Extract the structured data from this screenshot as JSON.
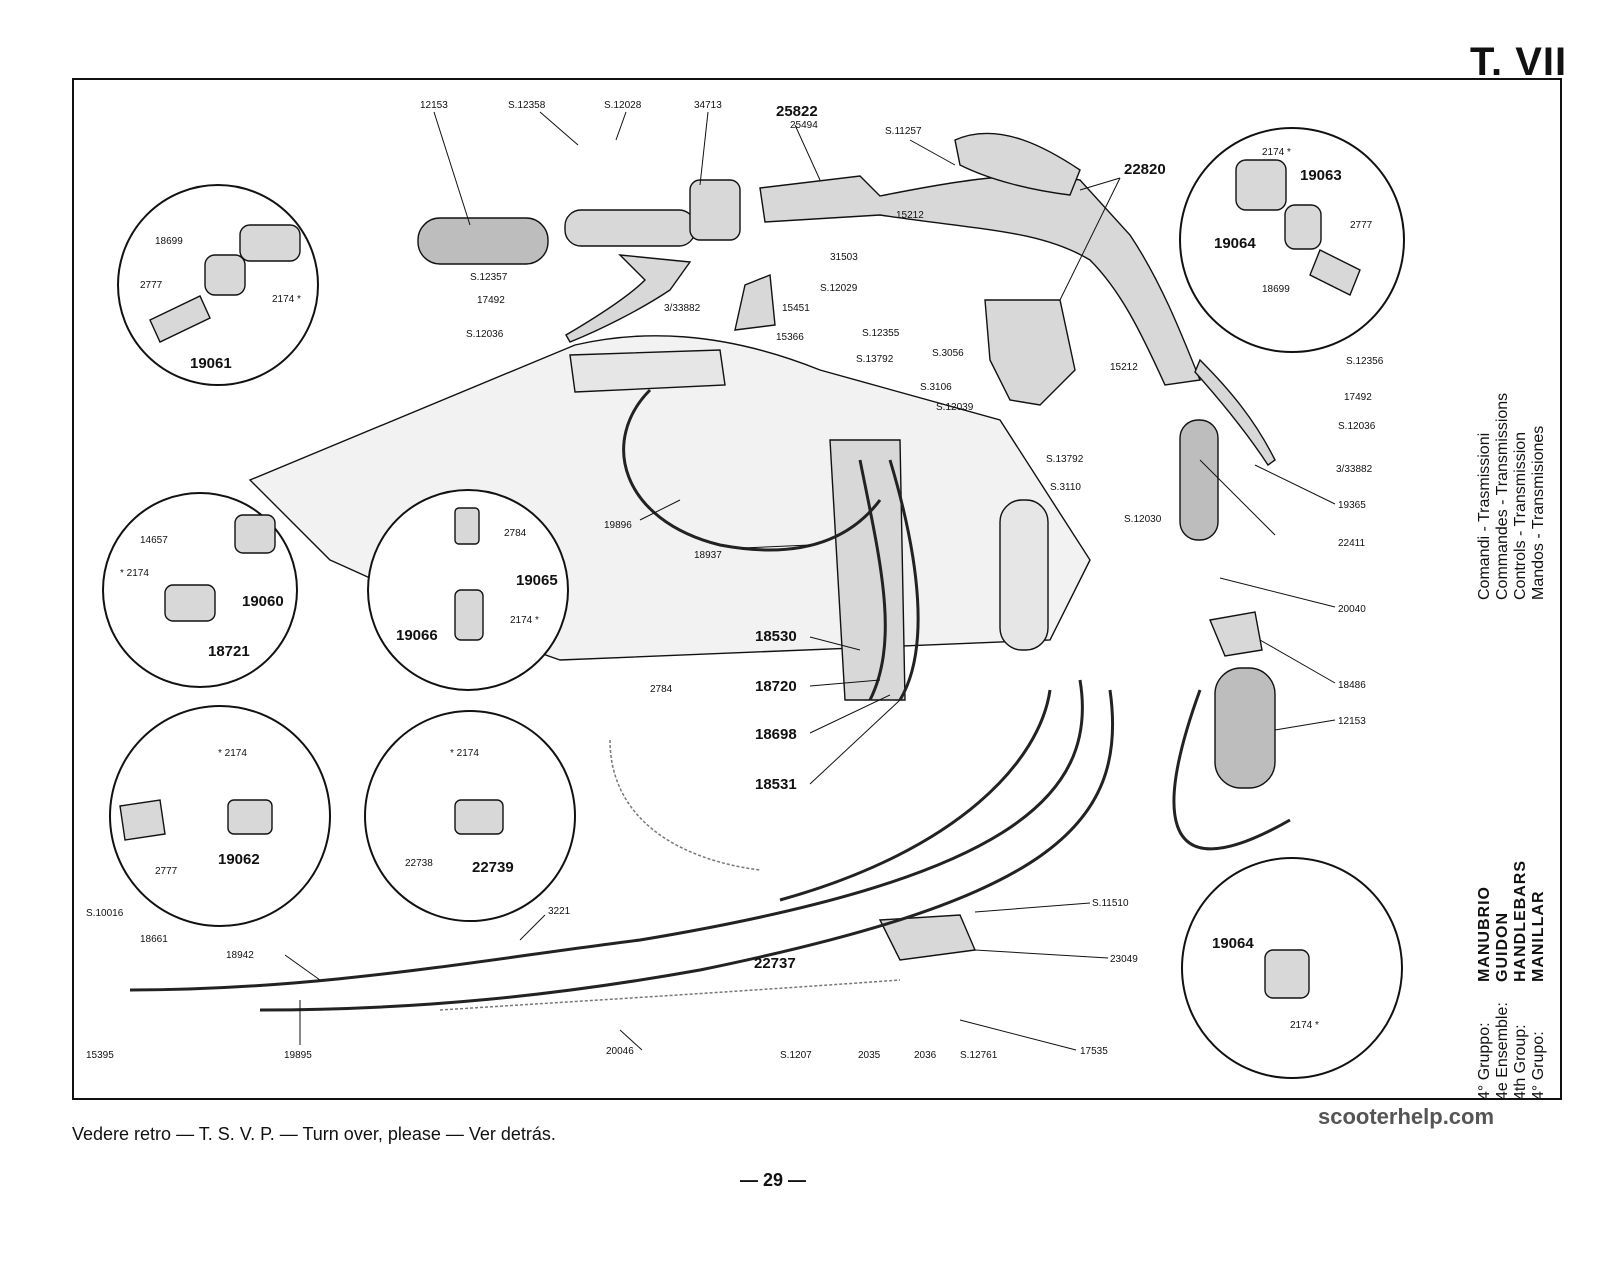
{
  "plate_title": "T. VII",
  "footer_note": "Vedere retro — T. S. V. P. — Turn over, please — Ver detrás.",
  "page_number": "— 29 —",
  "watermark": "scooterhelp.com",
  "section_titles": [
    "Comandi - Trasmissioni",
    "Commandes - Transmissions",
    "Controls - Transmission",
    "Mandos - Transmisiones"
  ],
  "group_titles": [
    {
      "key": "4° Gruppo:",
      "value": "MANUBRIO"
    },
    {
      "key": "4e Ensemble:",
      "value": "GUIDON"
    },
    {
      "key": "4th Group:",
      "value": "HANDLEBARS"
    },
    {
      "key": "4° Grupo:",
      "value": "MANILLAR"
    }
  ],
  "part_numbers": {
    "p12153_top": "12153",
    "pS12358": "S.12358",
    "pS12028": "S.12028",
    "p34713": "34713",
    "p25822": "25822",
    "p25494": "25494",
    "pS11257": "S.11257",
    "p22820": "22820",
    "p18699_left": "18699",
    "p2777_left": "2777",
    "p2174_left": "2174 *",
    "p19061": "19061",
    "pS12357": "S.12357",
    "p17492_left": "17492",
    "pS12036_left": "S.12036",
    "p3_33882_left": "3/33882",
    "p15451": "15451",
    "pS12029": "S.12029",
    "p31503": "31503",
    "p15366": "15366",
    "p15212_top": "15212",
    "pS12355": "S.12355",
    "pS13792_a": "S.13792",
    "pS3056": "S.3056",
    "pS3106": "S.3106",
    "pS12039": "S.12039",
    "p15212_right": "15212",
    "pS13792_b": "S.13792",
    "pS3110": "S.3110",
    "pS12030": "S.12030",
    "p2174_right": "2174 *",
    "p19063": "19063",
    "p19064_top": "19064",
    "p2777_right": "2777",
    "p18699_right": "18699",
    "pS12356": "S.12356",
    "p17492_right": "17492",
    "pS12036_right": "S.12036",
    "p3_33882_right": "3/33882",
    "p19365": "19365",
    "p22411": "22411",
    "p20040": "20040",
    "p18486": "18486",
    "p12153_right": "12153",
    "p14657": "14657",
    "p2174_c1": "* 2174",
    "p19060": "19060",
    "p18721": "18721",
    "p19896": "19896",
    "p2784_a": "2784",
    "p19065": "19065",
    "p2174_c2": "2174 *",
    "p19066": "19066",
    "p18937": "18937",
    "p18530": "18530",
    "p18720": "18720",
    "p18698": "18698",
    "p18531": "18531",
    "p2784_b": "2784",
    "p2174_c3": "* 2174",
    "p2777_c3": "2777",
    "p19062": "19062",
    "p2174_c4": "* 2174",
    "p22738": "22738",
    "p22739": "22739",
    "pS10016": "S.10016",
    "p18661": "18661",
    "p18942": "18942",
    "p15395": "15395",
    "p19895": "19895",
    "p3221": "3221",
    "p22737": "22737",
    "p20046": "20046",
    "pS11510": "S.11510",
    "p23049": "23049",
    "pS1207": "S.1207",
    "p2035": "2035",
    "p2036": "2036",
    "pS12761": "S.12761",
    "p17535": "17535",
    "p19064_bottom": "19064",
    "p2174_bottom": "2174 *"
  }
}
